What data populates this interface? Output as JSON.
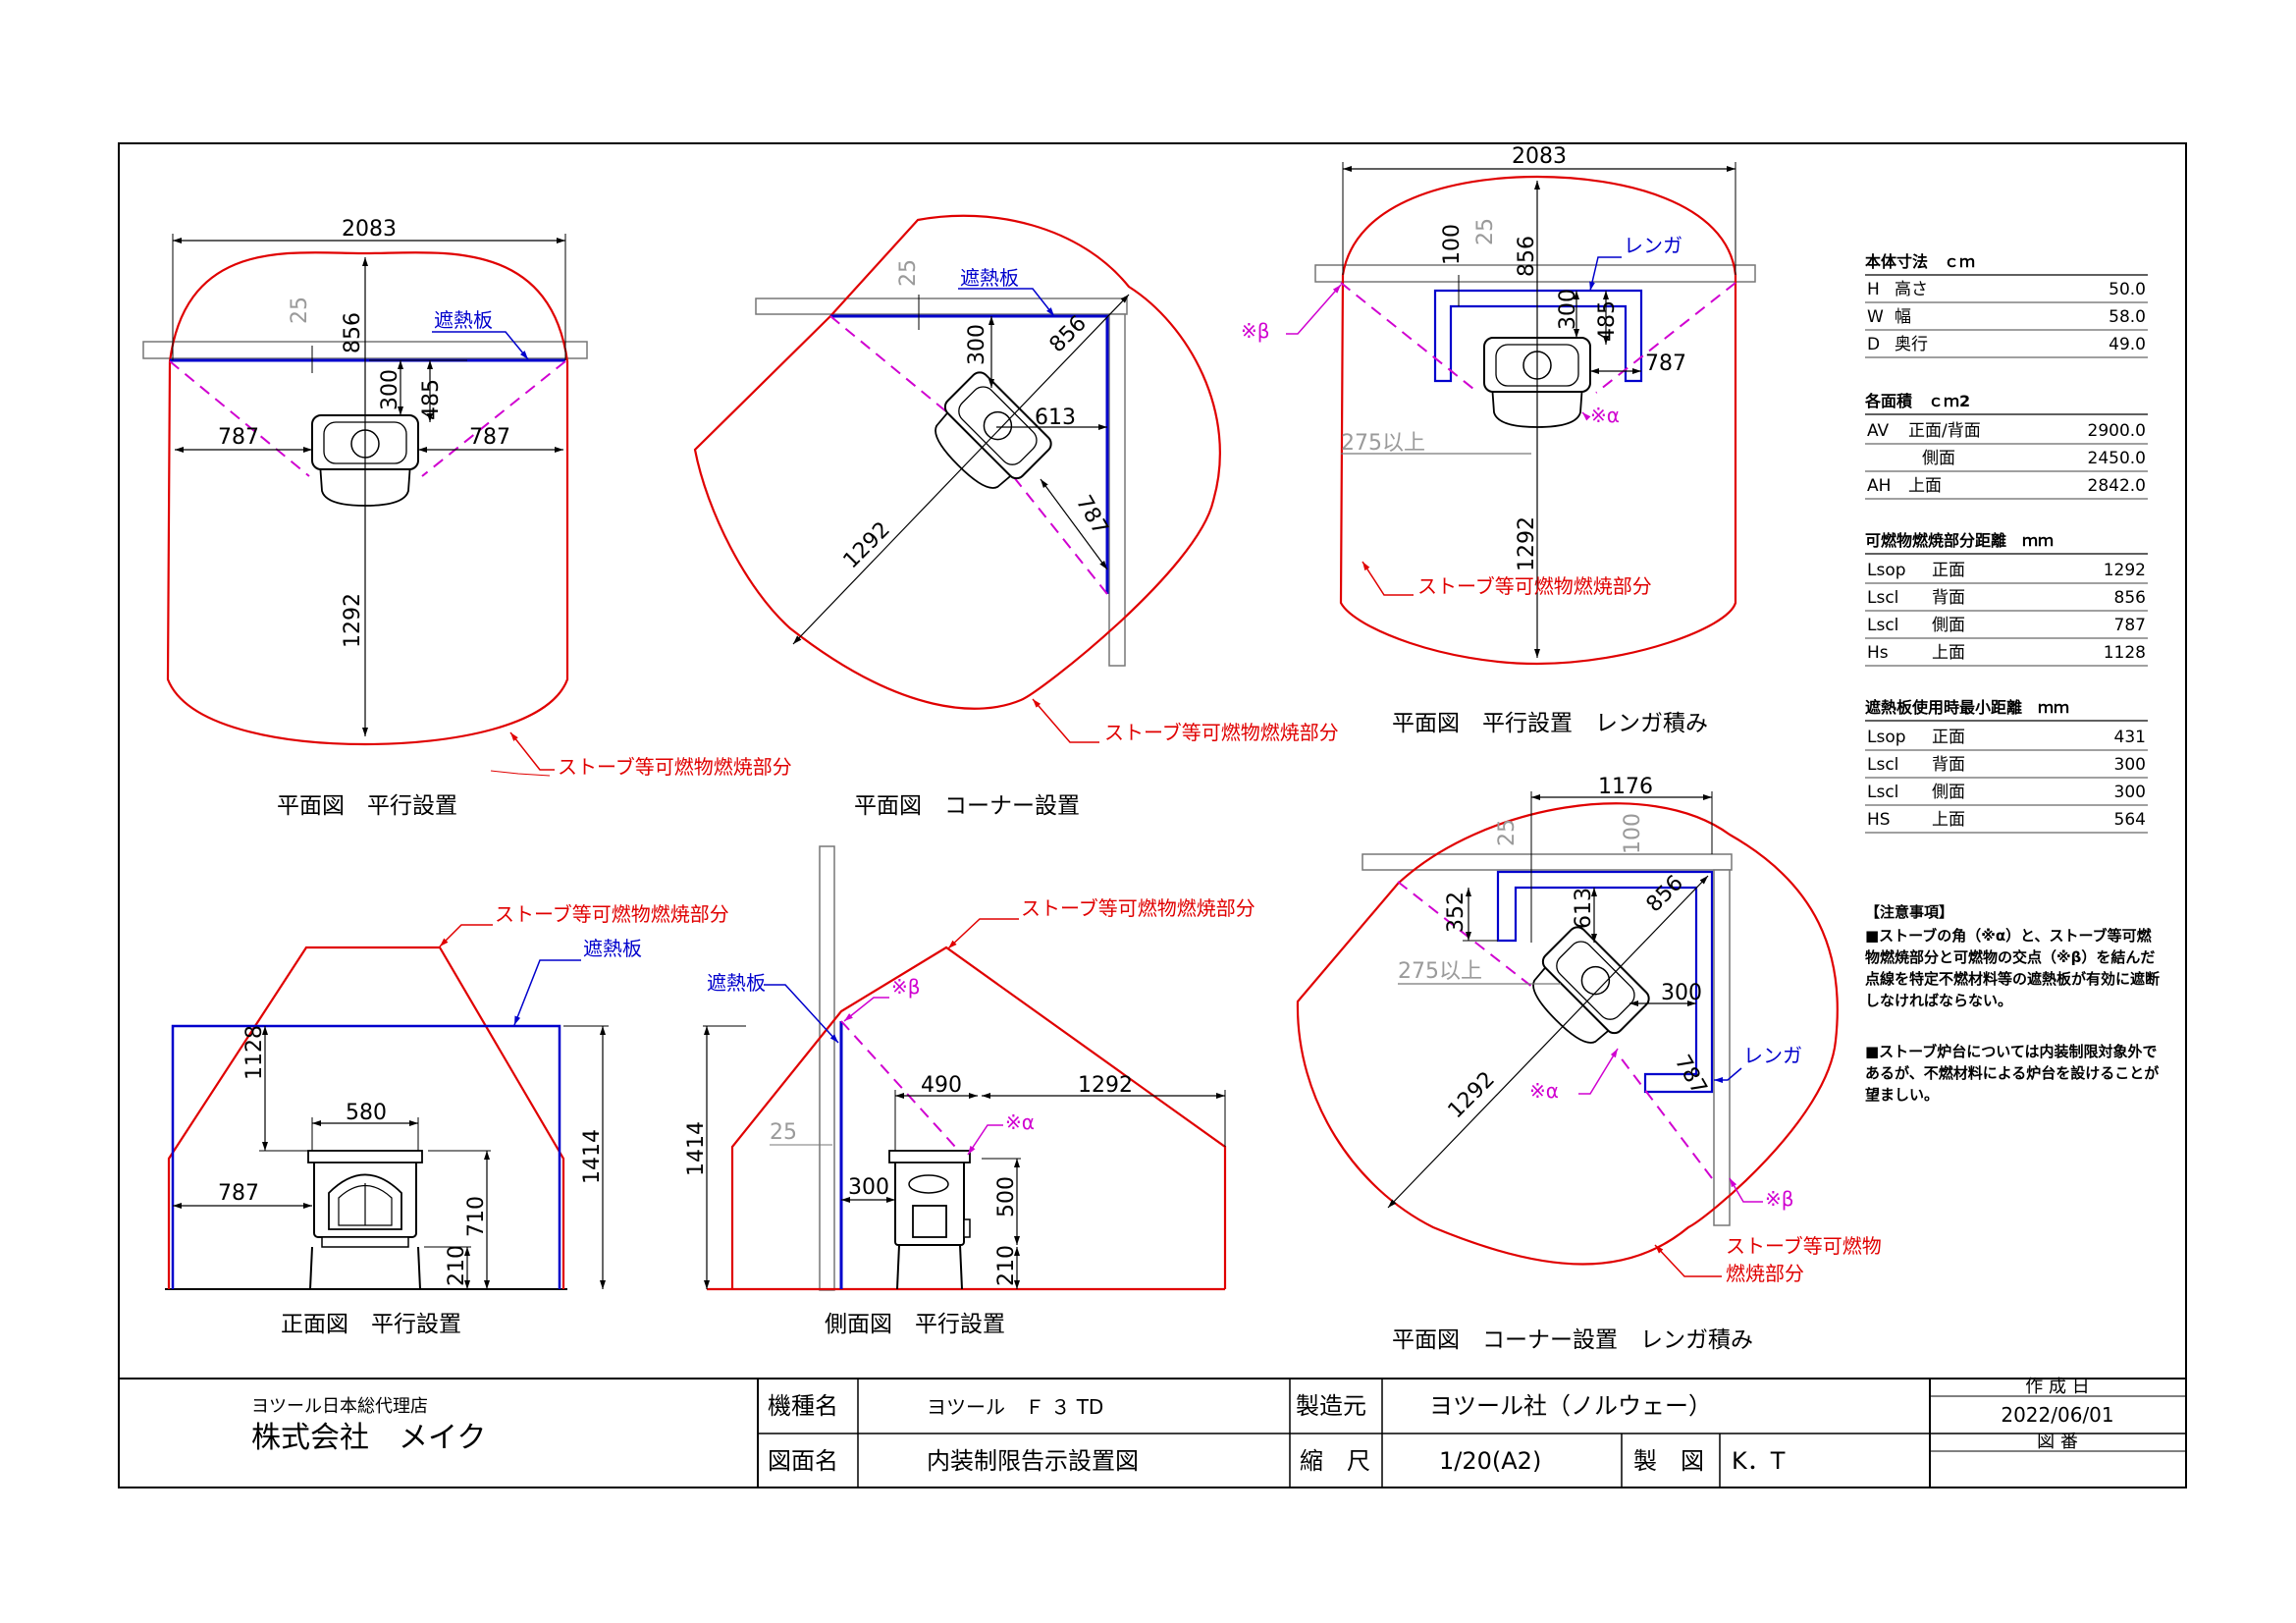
{
  "views": {
    "plan_parallel": {
      "caption": "平面図　平行設置",
      "dims": {
        "width": "2083",
        "wall_gap": "25",
        "back": "856",
        "d300": "300",
        "d485": "485",
        "side_left": "787",
        "side_right": "787",
        "front": "1292"
      },
      "shield_label": "遮熱板",
      "zone_label": "ストーブ等可燃物燃焼部分"
    },
    "plan_corner": {
      "caption": "平面図　コーナー設置",
      "dims": {
        "wall_gap": "25",
        "d300": "300",
        "back": "856",
        "d613": "613",
        "side": "787",
        "front": "1292"
      },
      "shield_label": "遮熱板",
      "zone_label": "ストーブ等可燃物燃焼部分"
    },
    "plan_parallel_brick": {
      "caption": "平面図　平行設置　レンガ積み",
      "dims": {
        "width": "2083",
        "d100": "100",
        "wall_gap": "25",
        "back": "856",
        "d300": "300",
        "d485": "485",
        "side": "787",
        "min275": "275以上",
        "front": "1292"
      },
      "brick_label": "レンガ",
      "beta": "※β",
      "alpha": "※α",
      "zone_label": "ストーブ等可燃物燃焼部分"
    },
    "plan_corner_brick": {
      "caption": "平面図　コーナー設置　レンガ積み",
      "dims": {
        "width": "1176",
        "wall_gap": "25",
        "d100": "100",
        "d352": "352",
        "d613": "613",
        "back": "856",
        "min275": "275以上",
        "d300": "300",
        "side": "787",
        "front": "1292"
      },
      "brick_label": "レンガ",
      "alpha": "※α",
      "beta": "※β",
      "zone_label_1": "ストーブ等可燃物",
      "zone_label_2": "燃焼部分"
    },
    "front_view": {
      "caption": "正面図　平行設置",
      "dims": {
        "top": "1128",
        "width": "580",
        "side": "787",
        "height": "710",
        "leg": "210",
        "total": "1414"
      },
      "shield_label": "遮熱板",
      "zone_label": "ストーブ等可燃物燃焼部分"
    },
    "side_view": {
      "caption": "側面図　平行設置",
      "dims": {
        "depth": "490",
        "front": "1292",
        "gap": "300",
        "wall_gap": "25",
        "total": "1414",
        "d500": "500",
        "leg": "210"
      },
      "shield_label": "遮熱板",
      "beta": "※β",
      "alpha": "※α",
      "zone_label": "ストーブ等可燃物燃焼部分"
    }
  },
  "specs": {
    "body_title": "本体寸法　ｃｍ",
    "body": [
      {
        "key": "H",
        "label": "高さ",
        "value": "50.0"
      },
      {
        "key": "W",
        "label": "幅",
        "value": "58.0"
      },
      {
        "key": "D",
        "label": "奥行",
        "value": "49.0"
      }
    ],
    "area_title": "各面積　ｃｍ2",
    "area": [
      {
        "key": "AV",
        "label": "正面/背面",
        "value": "2900.0"
      },
      {
        "key": "",
        "label": "側面",
        "value": "2450.0"
      },
      {
        "key": "AH",
        "label": "上面",
        "value": "2842.0"
      }
    ],
    "dist_title": "可燃物燃焼部分距離　ｍｍ",
    "dist": [
      {
        "key": "Lsop",
        "label": "正面",
        "value": "1292"
      },
      {
        "key": "Lscl",
        "label": "背面",
        "value": "856"
      },
      {
        "key": "Lscl",
        "label": "側面",
        "value": "787"
      },
      {
        "key": "Hs",
        "label": "上面",
        "value": "1128"
      }
    ],
    "shield_title": "遮熱板使用時最小距離　ｍｍ",
    "shield": [
      {
        "key": "Lsop",
        "label": "正面",
        "value": "431"
      },
      {
        "key": "Lscl",
        "label": "背面",
        "value": "300"
      },
      {
        "key": "Lscl",
        "label": "側面",
        "value": "300"
      },
      {
        "key": "HS",
        "label": "上面",
        "value": "564"
      }
    ],
    "notes_title": "【注意事項】",
    "notes": [
      "■ストーブの角（※α）と、ストーブ等可燃",
      "物燃焼部分と可燃物の交点（※β）を結んだ",
      "点線を特定不燃材料等の遮熱板が有効に遮断",
      "しなければならない。",
      "",
      "■ストーブ炉台については内装制限対象外で",
      "あるが、不燃材料による炉台を設けることが",
      "望ましい。"
    ]
  },
  "title_block": {
    "agency": "ヨツール日本総代理店",
    "company": "株式会社　メイク",
    "model_label": "機種名",
    "model": "ヨツール　Ｆ ３ TD",
    "maker_label": "製造元",
    "maker": "ヨツール社（ノルウェー）",
    "created_label": "作 成 日",
    "created": "2022/06/01",
    "drawing_label": "図面名",
    "drawing": "内装制限告示設置図",
    "scale_label": "縮　尺",
    "scale": "1/20(A2)",
    "drafter_label": "製　図",
    "drafter": "K．T",
    "number_label": "図 番",
    "number": ""
  }
}
